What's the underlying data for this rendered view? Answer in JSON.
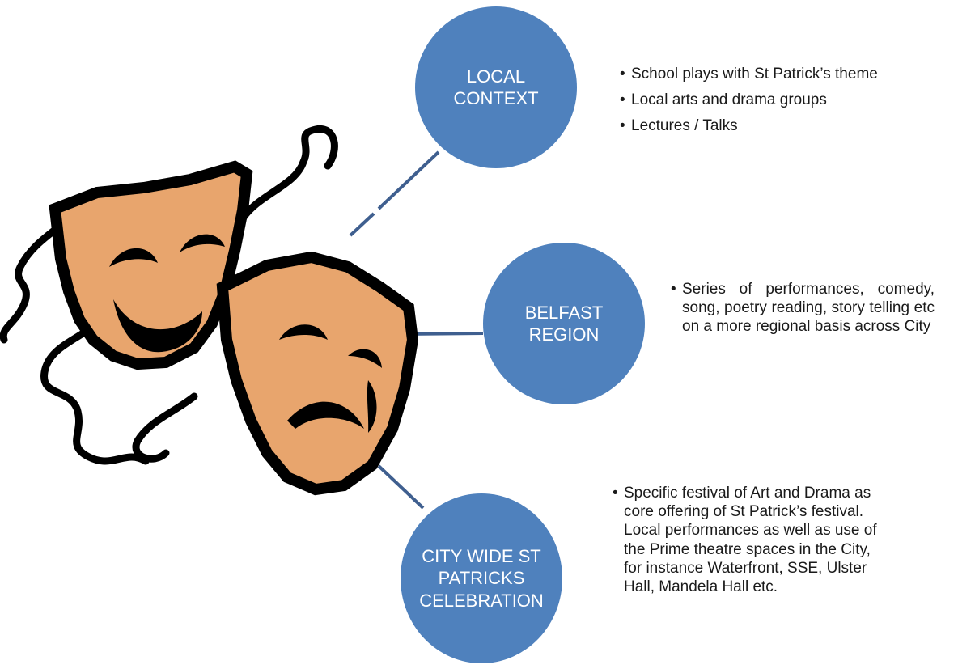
{
  "nodes": [
    {
      "label": "LOCAL\nCONTEXT",
      "bullets": [
        "School plays with St Patrick’s theme",
        "Local arts and drama groups",
        "Lectures / Talks"
      ]
    },
    {
      "label": "BELFAST\nREGION",
      "bullets": [
        "Series of performances, comedy, song, poetry reading, story telling etc on a more regional basis across City"
      ]
    },
    {
      "label": "CITY WIDE ST\nPATRICKS\nCELEBRATION",
      "bullets": [
        "Specific festival of Art and Drama as core offering of St Patrick’s festival. Local performances as well as use of the Prime theatre spaces in the City, for instance Waterfront, SSE, Ulster Hall, Mandela Hall etc."
      ]
    }
  ],
  "colors": {
    "circle_fill": "#4f81bd",
    "connector": "#3f5f8f",
    "mask_fill": "#e8a56d",
    "mask_outline": "#000000"
  },
  "icons": [
    "theatre-masks-icon"
  ]
}
